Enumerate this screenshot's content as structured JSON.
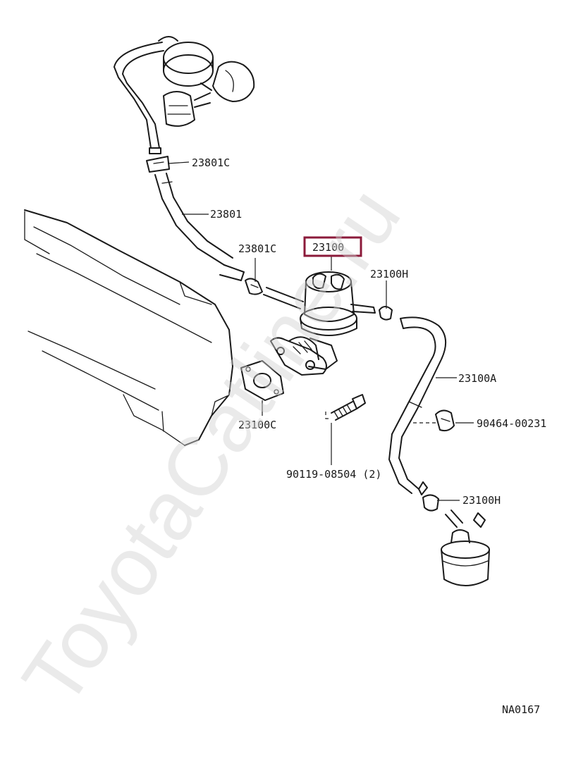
{
  "watermark": "ToyotaCatline.ru",
  "figure_code": "NA0167",
  "highlight_color": "#8b1a3a",
  "callouts": [
    {
      "id": "c1",
      "text": "23801C"
    },
    {
      "id": "c2",
      "text": "23801"
    },
    {
      "id": "c3",
      "text": "23801C"
    },
    {
      "id": "c4",
      "text": "23100",
      "highlighted": true
    },
    {
      "id": "c5",
      "text": "23100H"
    },
    {
      "id": "c6",
      "text": "23100A"
    },
    {
      "id": "c7",
      "text": "90464-00231"
    },
    {
      "id": "c8",
      "text": "23100C"
    },
    {
      "id": "c9",
      "text": "90119-08504 (2)"
    },
    {
      "id": "c10",
      "text": "23100H"
    }
  ]
}
